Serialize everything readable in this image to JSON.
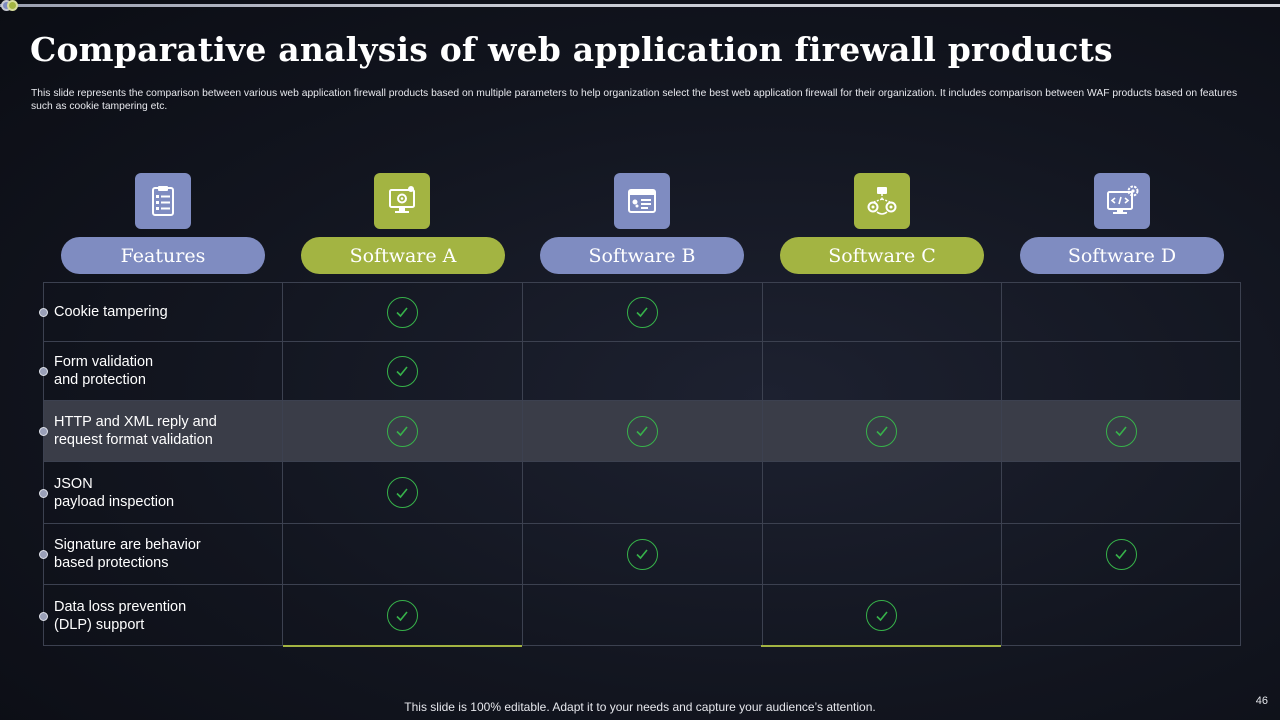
{
  "slide": {
    "title": "Comparative analysis of web application firewall products",
    "subtitle": "This slide represents the comparison between various web application firewall products based on multiple  parameters to help organization select the best web application firewall for their organization. It includes comparison between WAF products based on features such as cookie tampering etc.",
    "footer": "This slide is 100% editable. Adapt it to your needs and capture your audience’s attention.",
    "page_number": "46"
  },
  "colors": {
    "accent_blue": "#7f8cc1",
    "accent_green": "#a3b442",
    "check_green": "#37b24a",
    "background": "#12151f"
  },
  "columns": [
    {
      "label": "Features",
      "icon": "clipboard-checklist-icon",
      "color": "blue"
    },
    {
      "label": "Software A",
      "icon": "monitor-gear-icon",
      "color": "green"
    },
    {
      "label": "Software B",
      "icon": "browser-window-icon",
      "color": "blue"
    },
    {
      "label": "Software C",
      "icon": "network-gears-icon",
      "color": "green"
    },
    {
      "label": "Software D",
      "icon": "code-monitor-icon",
      "color": "blue"
    }
  ],
  "rows": [
    {
      "feature": "Cookie tampering",
      "checks": [
        true,
        true,
        false,
        false
      ]
    },
    {
      "feature": "Form validation\nand protection",
      "checks": [
        true,
        false,
        false,
        false
      ]
    },
    {
      "feature": "HTTP and XML reply and\nrequest format validation",
      "checks": [
        true,
        true,
        true,
        true
      ]
    },
    {
      "feature": "JSON\npayload inspection",
      "checks": [
        true,
        false,
        false,
        false
      ]
    },
    {
      "feature": "Signature are behavior\nbased protections",
      "checks": [
        false,
        true,
        false,
        true
      ]
    },
    {
      "feature": "Data loss prevention\n(DLP) support",
      "checks": [
        true,
        false,
        true,
        false
      ]
    }
  ]
}
